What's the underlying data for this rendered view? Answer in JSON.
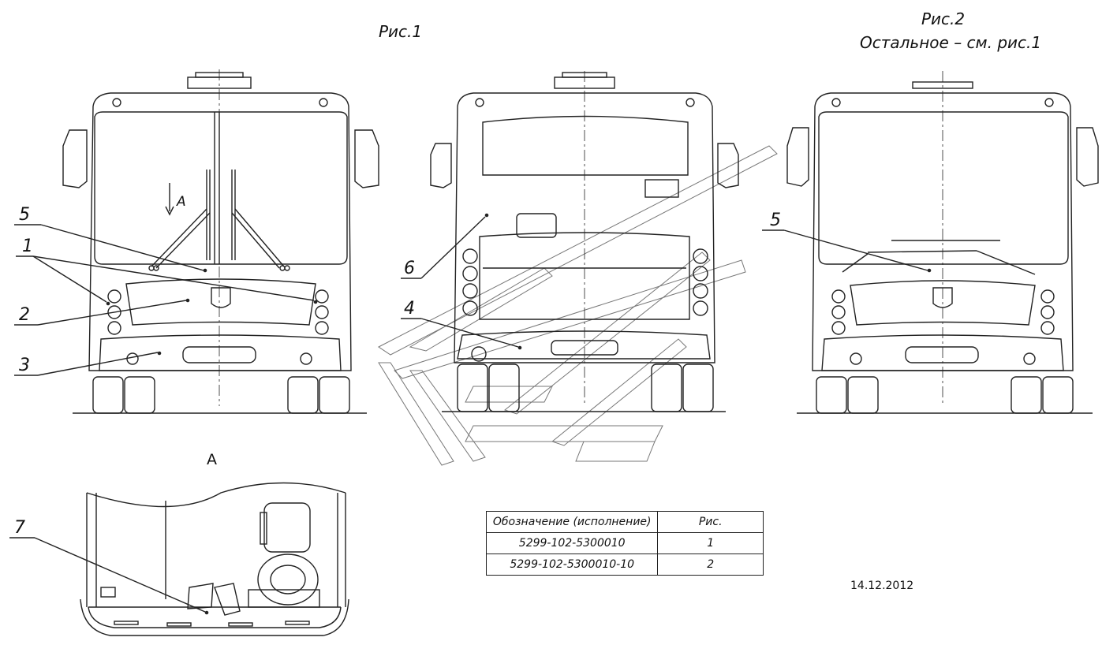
{
  "figures": {
    "fig1_title": "Рис.1",
    "fig2_title_line1": "Рис.2",
    "fig2_title_line2": "Остальное – см. рис.1"
  },
  "view_labels": {
    "arrow_A": "A",
    "section_A": "A"
  },
  "callouts": {
    "c1": "1",
    "c2": "2",
    "c3": "3",
    "c4": "4",
    "c5_left": "5",
    "c5_right": "5",
    "c6": "6",
    "c7": "7"
  },
  "table": {
    "header": [
      "Обозначение (исполнение)",
      "Рис."
    ],
    "rows": [
      [
        "5299-102-5300010",
        "1"
      ],
      [
        "5299-102-5300010-10",
        "2"
      ]
    ]
  },
  "date": "14.12.2012",
  "colors": {
    "line": "#222222",
    "background": "#ffffff"
  }
}
